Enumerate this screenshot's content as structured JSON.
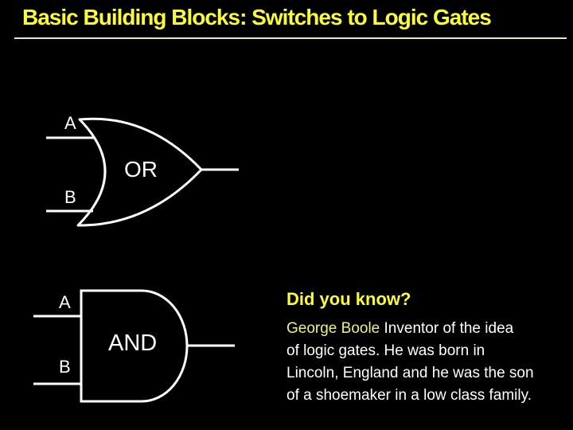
{
  "slide": {
    "title": "Basic Building Blocks: Switches to Logic Gates",
    "colors": {
      "background": "#000000",
      "title_yellow": "#FBFB3A",
      "underline": "#E8E8CC",
      "gate_stroke": "#FFFFFF",
      "body_text": "#FFFFFF",
      "highlight_yellow": "#F0F07E"
    }
  },
  "gates": {
    "or": {
      "name": "OR",
      "input_top": "A",
      "input_bottom": "B"
    },
    "and": {
      "name": "AND",
      "input_top": "A",
      "input_bottom": "B"
    }
  },
  "did_you_know": {
    "heading": "Did you know?",
    "highlight": "George Boole ",
    "line1_rest": "Inventor of the idea",
    "line2": "of logic gates. He was born in",
    "line3": "Lincoln, England and he was the son",
    "line4": "of a shoemaker in a low class family."
  }
}
